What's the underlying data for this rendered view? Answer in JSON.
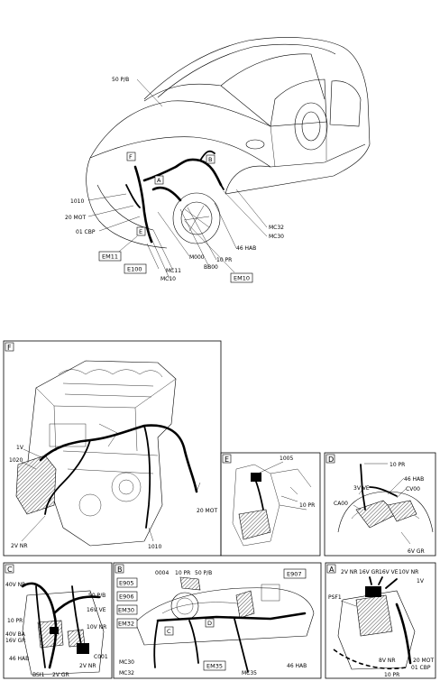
{
  "main_view": {
    "labels": {
      "l50pb": "50 P/B",
      "l1010": "1010",
      "l20mot": "20 MOT",
      "l01cbp": "01 CBP",
      "lmc32": "MC32",
      "lmc30": "MC30",
      "l46hab": "46 HAB",
      "l10pr": "10 PR",
      "lbb00": "BB00",
      "lm000": "M000",
      "lmc11": "MC11",
      "lmc10": "MC10"
    },
    "boxed": {
      "em11": "EM11",
      "e100": "E100",
      "em10": "EM10"
    },
    "markers": {
      "f": "F",
      "a": "A",
      "b": "B",
      "e": "E"
    }
  },
  "panel_f": {
    "title": "F",
    "labels": {
      "l1v": "1V",
      "l1020": "1020",
      "l2vnr": "2V NR",
      "l20mot": "20 MOT",
      "l1010": "1010"
    }
  },
  "panel_e": {
    "title": "E",
    "labels": {
      "l1005": "1005",
      "l10pr": "10 PR"
    }
  },
  "panel_d": {
    "title": "D",
    "labels": {
      "l10pr": "10 PR",
      "l46hab": "46 HAB",
      "l3vve": "3V VE",
      "lcv00": "CV00",
      "lca00": "CA00",
      "l6vgr": "6V GR"
    }
  },
  "panel_c": {
    "title": "C",
    "labels": {
      "l40vnr": "40V NR",
      "l50pb": "50 P/B",
      "l16vve": "16V VE",
      "l10pr": "10 PR",
      "l40vba": "40V BA",
      "l16vgr": "16V GR",
      "l10vnr": "10V NR",
      "l46hab": "46 HAB",
      "lc001": "C001",
      "l2vnr": "2V NR",
      "lbsi1": "BSI1",
      "l2vgr": "2V GR"
    }
  },
  "panel_b": {
    "title": "B",
    "boxed": {
      "e905": "E905",
      "e906": "E906",
      "em30": "EM30",
      "em32": "EM32",
      "e907": "E907",
      "em35": "EM35"
    },
    "labels": {
      "l0004": "0004",
      "l10pr": "10 PR",
      "l50pb": "50 P/B",
      "lmc30": "MC30",
      "lmc32": "MC32",
      "lmc35": "MC35",
      "l46hab": "46 HAB"
    },
    "markers": {
      "c": "C",
      "d": "D"
    }
  },
  "panel_a": {
    "title": "A",
    "labels": {
      "l2vnr": "2V NR",
      "l16vgr": "16V GR",
      "l16vve": "16V VE",
      "l10vnr": "10V NR",
      "l1v": "1V",
      "lpsf1": "PSF1",
      "l20mot": "20 MOT",
      "l01cbp": "01 CBP",
      "l8vnr": "8V NR",
      "l10pr": "10 PR"
    }
  }
}
